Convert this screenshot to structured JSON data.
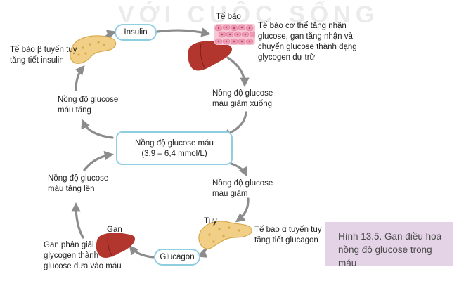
{
  "watermark": "VỚI CUỘC SỐNG",
  "nodes": {
    "insulin": "Insulin",
    "glucagon": "Glucagon",
    "main_line1": "Nồng độ glucose máu",
    "main_line2": "(3,9 – 6,4 mmol/L)"
  },
  "labels": {
    "te_bao": "Tế bào",
    "te_bao_desc": [
      "Tế bào cơ thể tăng nhận",
      "glucose, gan tăng nhận và",
      "chuyển glucose thành dạng",
      "glycogen dự trữ"
    ],
    "beta_cell": [
      "Tế bào β tuyến tuỵ",
      "tăng tiết insulin"
    ],
    "glucose_high": [
      "Nồng độ glucose",
      "máu tăng"
    ],
    "glucose_falls": [
      "Nồng độ glucose",
      "máu giảm xuống"
    ],
    "glucose_low": [
      "Nồng độ glucose",
      "máu giảm"
    ],
    "glucose_rises": [
      "Nồng độ glucose",
      "máu tăng lên"
    ],
    "tuy": "Tuỵ",
    "alpha_cell": [
      "Tế bào α tuyến tuỵ",
      "tăng tiết glucagon"
    ],
    "gan": "Gan",
    "liver_release": [
      "Gan phân giải",
      "glycogen thành",
      "glucose đưa vào máu"
    ]
  },
  "caption": [
    "Hình 13.5. Gan điều hoà",
    "nồng độ glucose trong máu"
  ],
  "colors": {
    "arrow": "#8c8c8c",
    "box_border": "#8fcde0",
    "caption_bg": "#e4d3e6",
    "liver": "#b2352e",
    "pancreas": "#f1cf86",
    "cells": "#f3a9c0"
  }
}
